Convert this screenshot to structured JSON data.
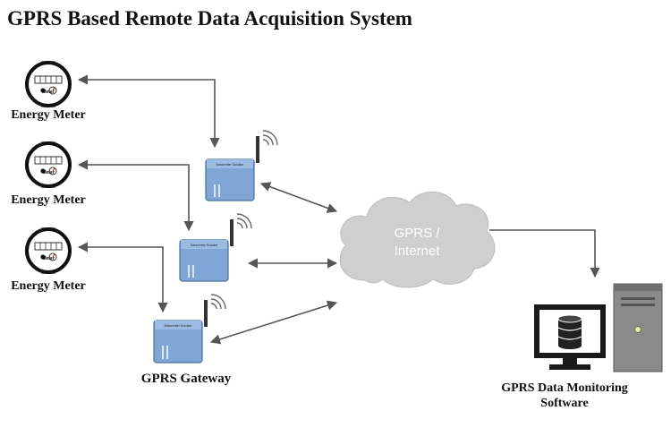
{
  "title": "GPRS Based Remote Data Acquisition System",
  "meters": [
    {
      "label": "Energy Meter",
      "face_text": "Meter"
    },
    {
      "label": "Energy Meter",
      "face_text": "Meter"
    },
    {
      "label": "Energy Meter",
      "face_text": "Meter"
    }
  ],
  "gateway_device_text": "Datacenter Solution",
  "gateway_label": "GPRS Gateway",
  "cloud": {
    "line1": "GPRS /",
    "line2": "Internet"
  },
  "software": {
    "line1": "GPRS Data Monitoring",
    "line2": "Software"
  },
  "colors": {
    "arrow": "#555555",
    "device_blue": "#7fa6d6",
    "cloud_gray": "#cfcfcf",
    "monitor": "#1a1a1a",
    "tower": "#8a8a8a"
  },
  "icons": [
    "meter-icon",
    "gateway-device-icon",
    "wifi-signal-icon",
    "cloud-icon",
    "monitor-icon",
    "database-icon",
    "tower-pc-icon"
  ]
}
